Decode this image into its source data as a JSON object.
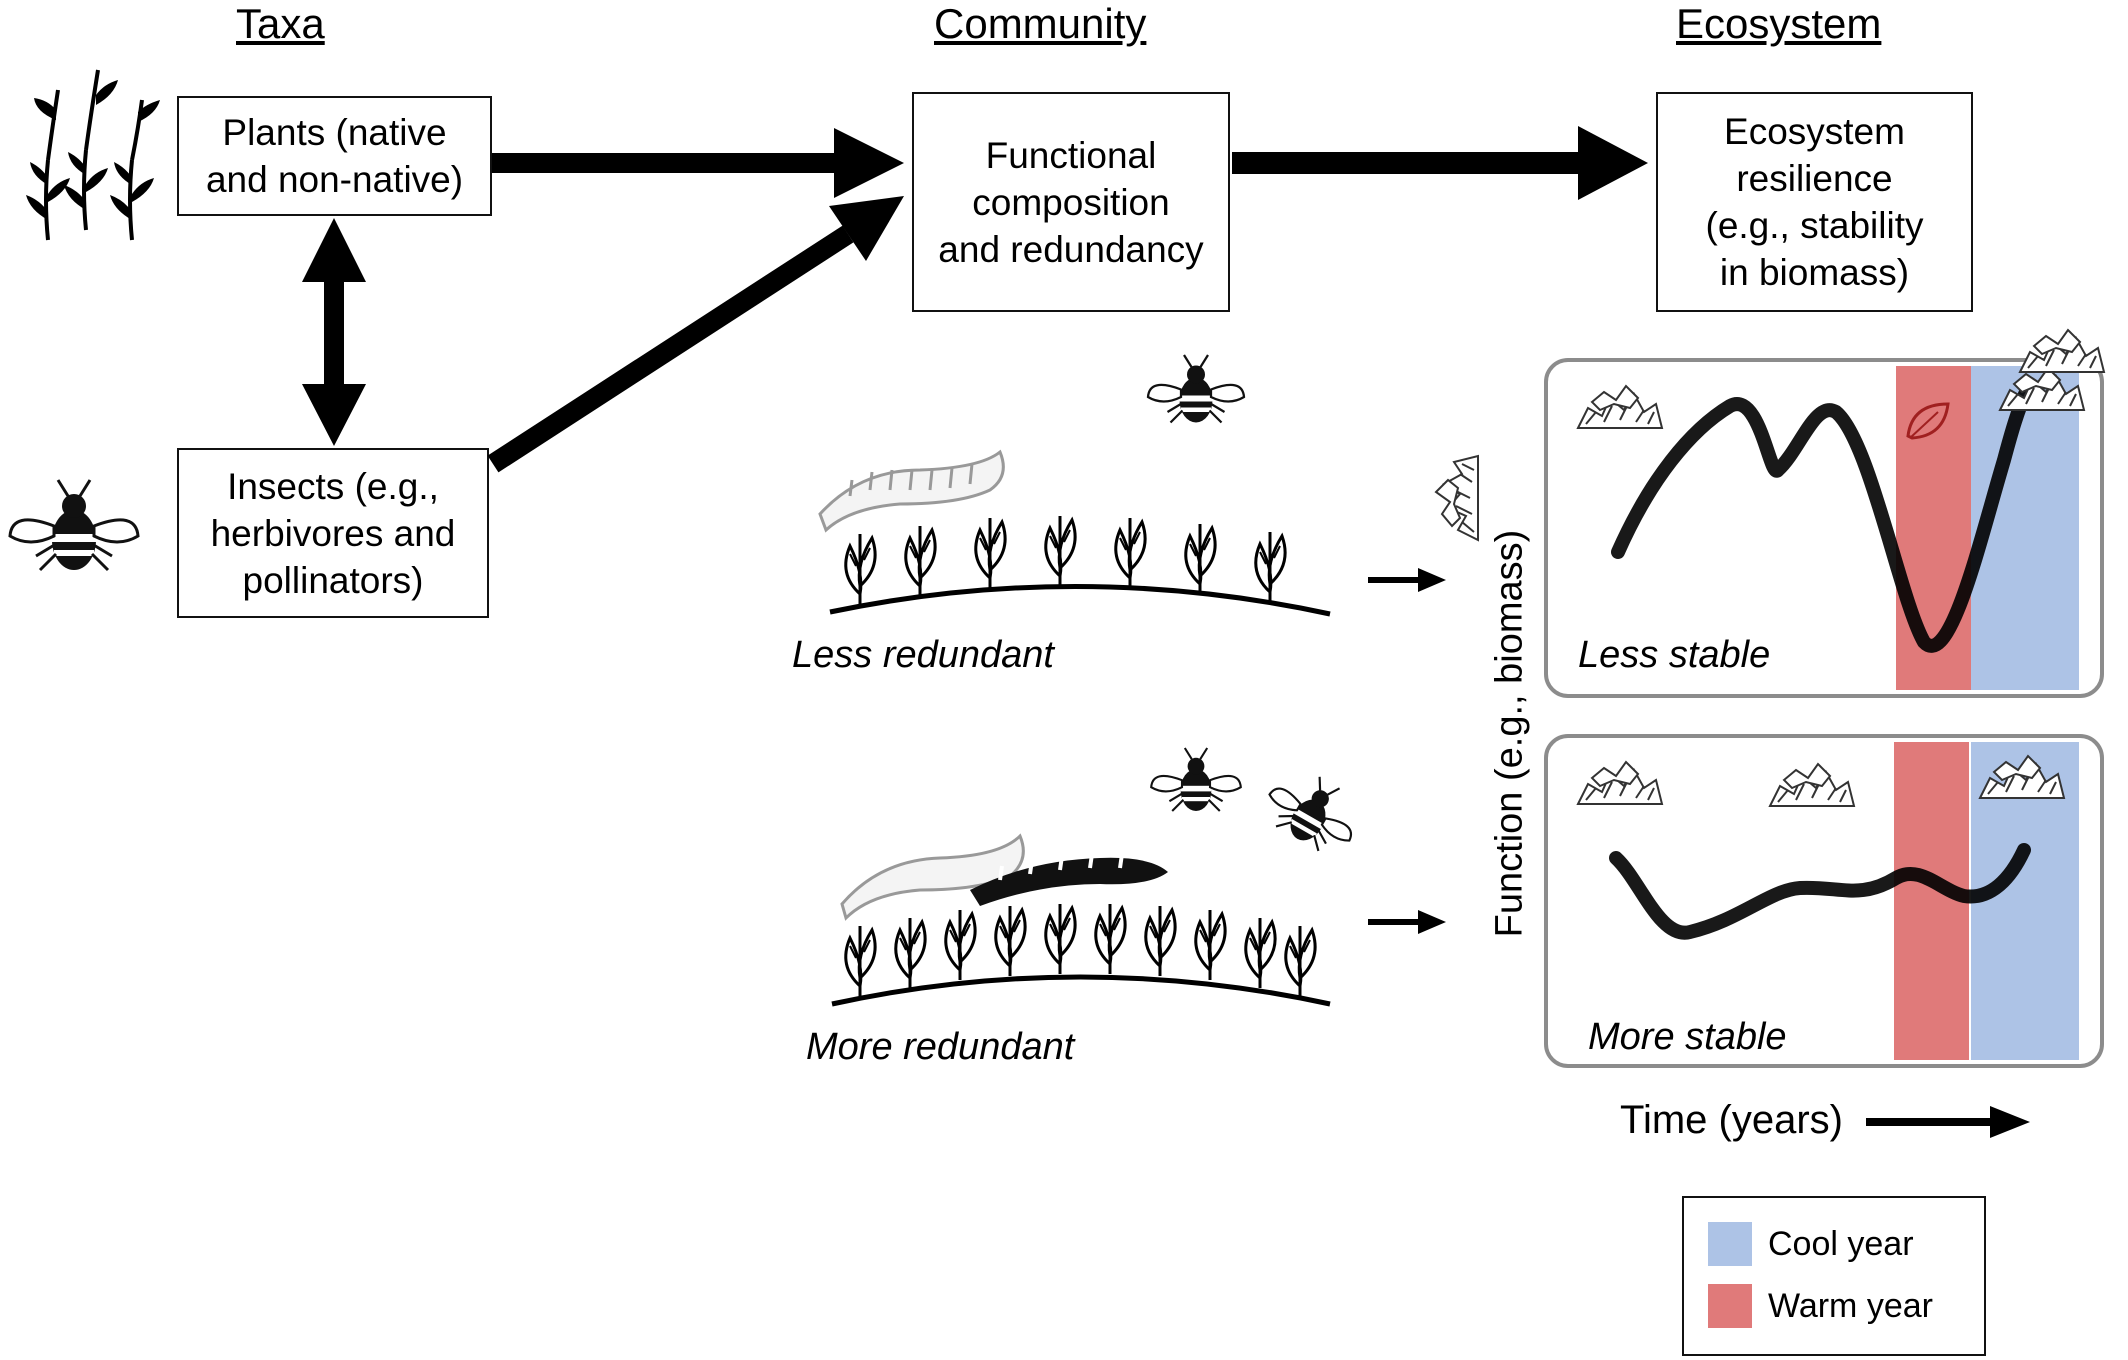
{
  "headings": {
    "taxa": "Taxa",
    "community": "Community",
    "ecosystem": "Ecosystem"
  },
  "boxes": {
    "plants": "Plants (native\nand non-native)",
    "insects": "Insects (e.g.,\nherbivores and\npollinators)",
    "functional": "Functional\ncomposition\nand redundancy",
    "resilience": "Ecosystem\nresilience\n(e.g., stability\nin biomass)"
  },
  "scenarios": {
    "less_redundant": "Less redundant",
    "more_redundant": "More redundant",
    "less_stable": "Less stable",
    "more_stable": "More stable"
  },
  "axes": {
    "y_label": "Function (e.g., biomass)",
    "x_label": "Time (years)"
  },
  "legend": {
    "cool_label": "Cool year",
    "warm_label": "Warm year"
  },
  "colors": {
    "cool": "#adc3e6",
    "warm": "#e07a7a",
    "curve": "#000000"
  },
  "icons": {
    "plant": "plant-sprig-icon",
    "bee": "bee-icon",
    "caterpillar": "caterpillar-icon",
    "leaf": "leaf-icon",
    "biomass": "biomass-pile-icon"
  }
}
